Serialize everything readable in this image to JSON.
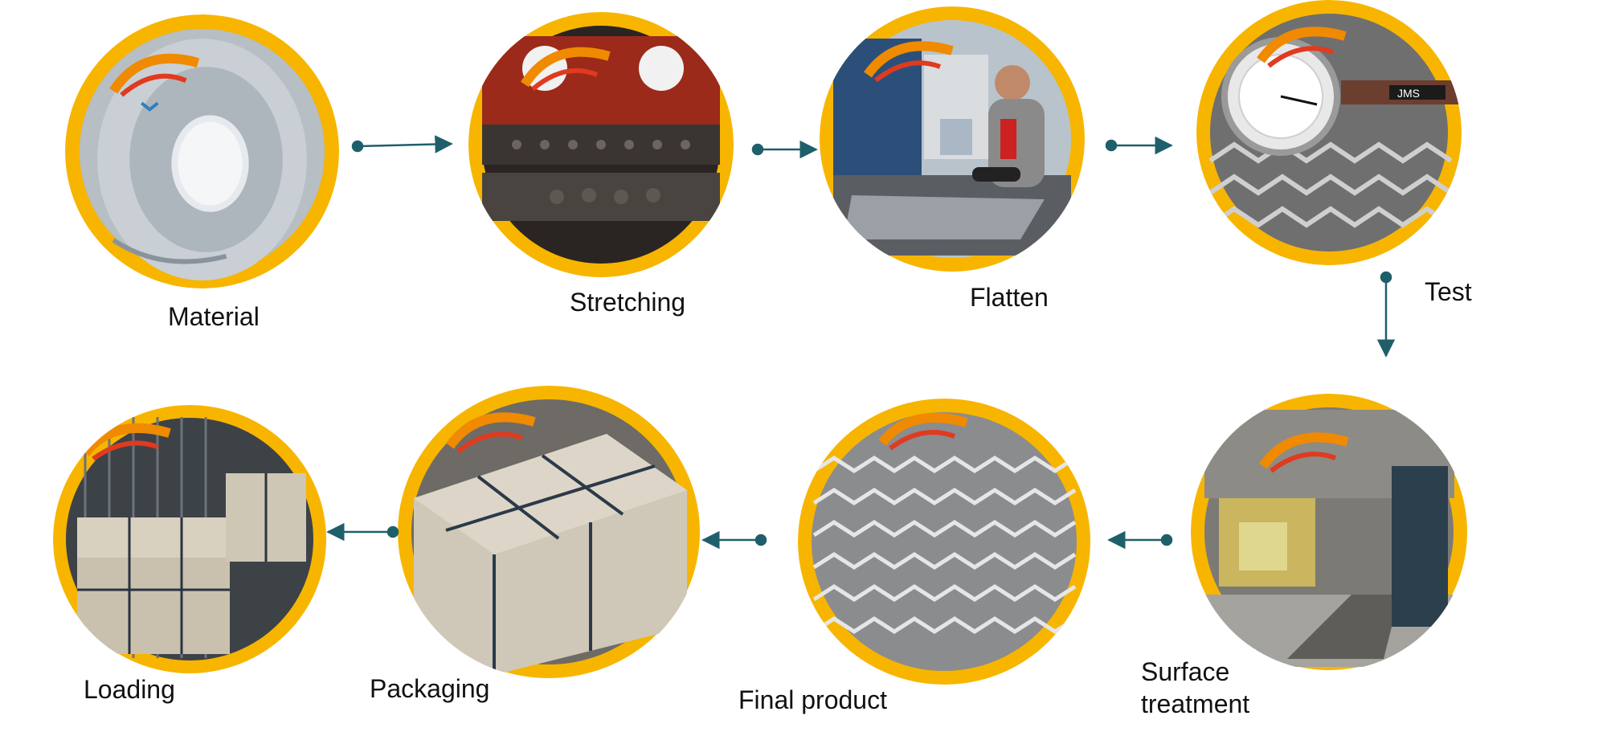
{
  "colors": {
    "ring": "#F7B500",
    "arrow": "#1F5F6B",
    "label": "#111111"
  },
  "steps": [
    {
      "id": "material",
      "label": "Material"
    },
    {
      "id": "stretching",
      "label": "Stretching"
    },
    {
      "id": "flatten",
      "label": "Flatten"
    },
    {
      "id": "test",
      "label": "Test"
    },
    {
      "id": "surface",
      "label_line1": "Surface",
      "label_line2": "treatment"
    },
    {
      "id": "final",
      "label": "Final product"
    },
    {
      "id": "packaging",
      "label": "Packaging"
    },
    {
      "id": "loading",
      "label": "Loading"
    }
  ]
}
